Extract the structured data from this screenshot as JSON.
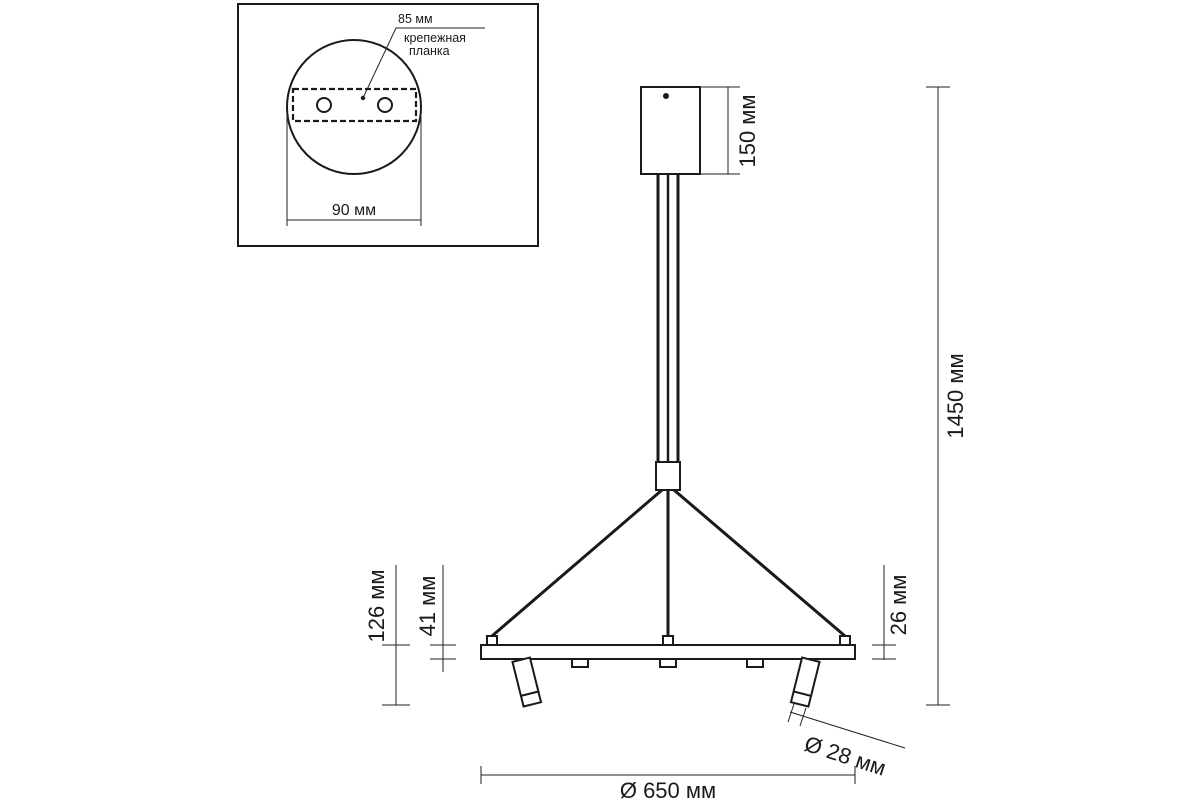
{
  "labels": {
    "plate_width": "85 мм",
    "mount_plate_line1": "крепежная",
    "mount_plate_line2": "планка",
    "canopy_diameter": "90 мм",
    "canopy_height": "150 мм",
    "total_height": "1450 мм",
    "height_126": "126 мм",
    "height_41": "41 мм",
    "height_26": "26 мм",
    "spot_diameter": "Ø 28 мм",
    "ring_diameter": "Ø 650 мм"
  },
  "colors": {
    "line": "#1a1a1a",
    "background": "#ffffff"
  }
}
